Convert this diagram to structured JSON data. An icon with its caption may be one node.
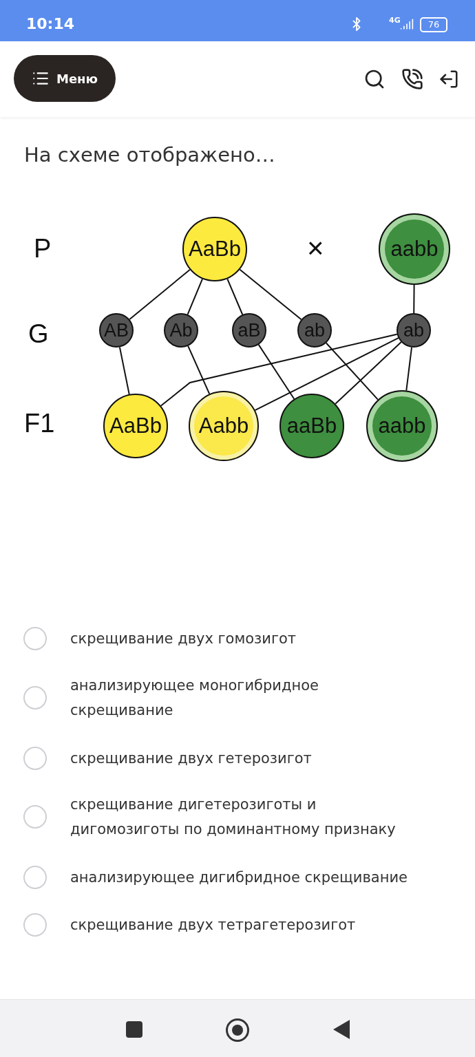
{
  "diagram": {
    "title": "На схеме отображено…",
    "nodes": [
      {
        "text": [
          "AaBb"
        ]
      },
      {
        "text": [
          "aabb"
        ]
      },
      {
        "text": [
          "AB"
        ]
      },
      {
        "text": [
          "Ab"
        ]
      },
      {
        "text": [
          "aB"
        ]
      },
      {
        "text": [
          "ab"
        ]
      },
      {
        "text": [
          "ab"
        ]
      },
      {
        "text": [
          "AaBb"
        ]
      },
      {
        "text": [
          "Aabb"
        ]
      },
      {
        "text": [
          "aaBb"
        ]
      },
      {
        "text": [
          "aabb"
        ]
      }
    ],
    "edges": [
      {
        "from": 0,
        "to": 2,
        "arrow": "none"
      },
      {
        "from": 0,
        "to": 3,
        "arrow": "none"
      },
      {
        "from": 0,
        "to": 4,
        "arrow": "none"
      },
      {
        "from": 0,
        "to": 5,
        "arrow": "none"
      },
      {
        "from": 1,
        "to": 6,
        "arrow": "none"
      },
      {
        "from": 2,
        "to": 7,
        "arrow": "none"
      },
      {
        "from": 3,
        "to": 8,
        "arrow": "none"
      },
      {
        "from": 4,
        "to": 9,
        "arrow": "none"
      },
      {
        "from": 5,
        "to": 10,
        "arrow": "none"
      },
      {
        "from": 6,
        "to": 7,
        "arrow": "none"
      },
      {
        "from": 6,
        "to": 8,
        "arrow": "none"
      },
      {
        "from": 6,
        "to": 9,
        "arrow": "none"
      },
      {
        "from": 6,
        "to": 10,
        "arrow": "none"
      }
    ],
    "labels": [
      "10:14",
      "4G",
      "76",
      "Меню",
      "P",
      "×",
      "G",
      "F1",
      "скрещивание двух гомозигот",
      "анализирующее моногибридное скрещивание",
      "скрещивание двух гетерозигот",
      "скрещивание дигетерозиготы и дигомозиготы по доминантному признаку",
      "анализирующее дигибридное скрещивание",
      "скрещивание двух тетрагетерозигот"
    ]
  }
}
